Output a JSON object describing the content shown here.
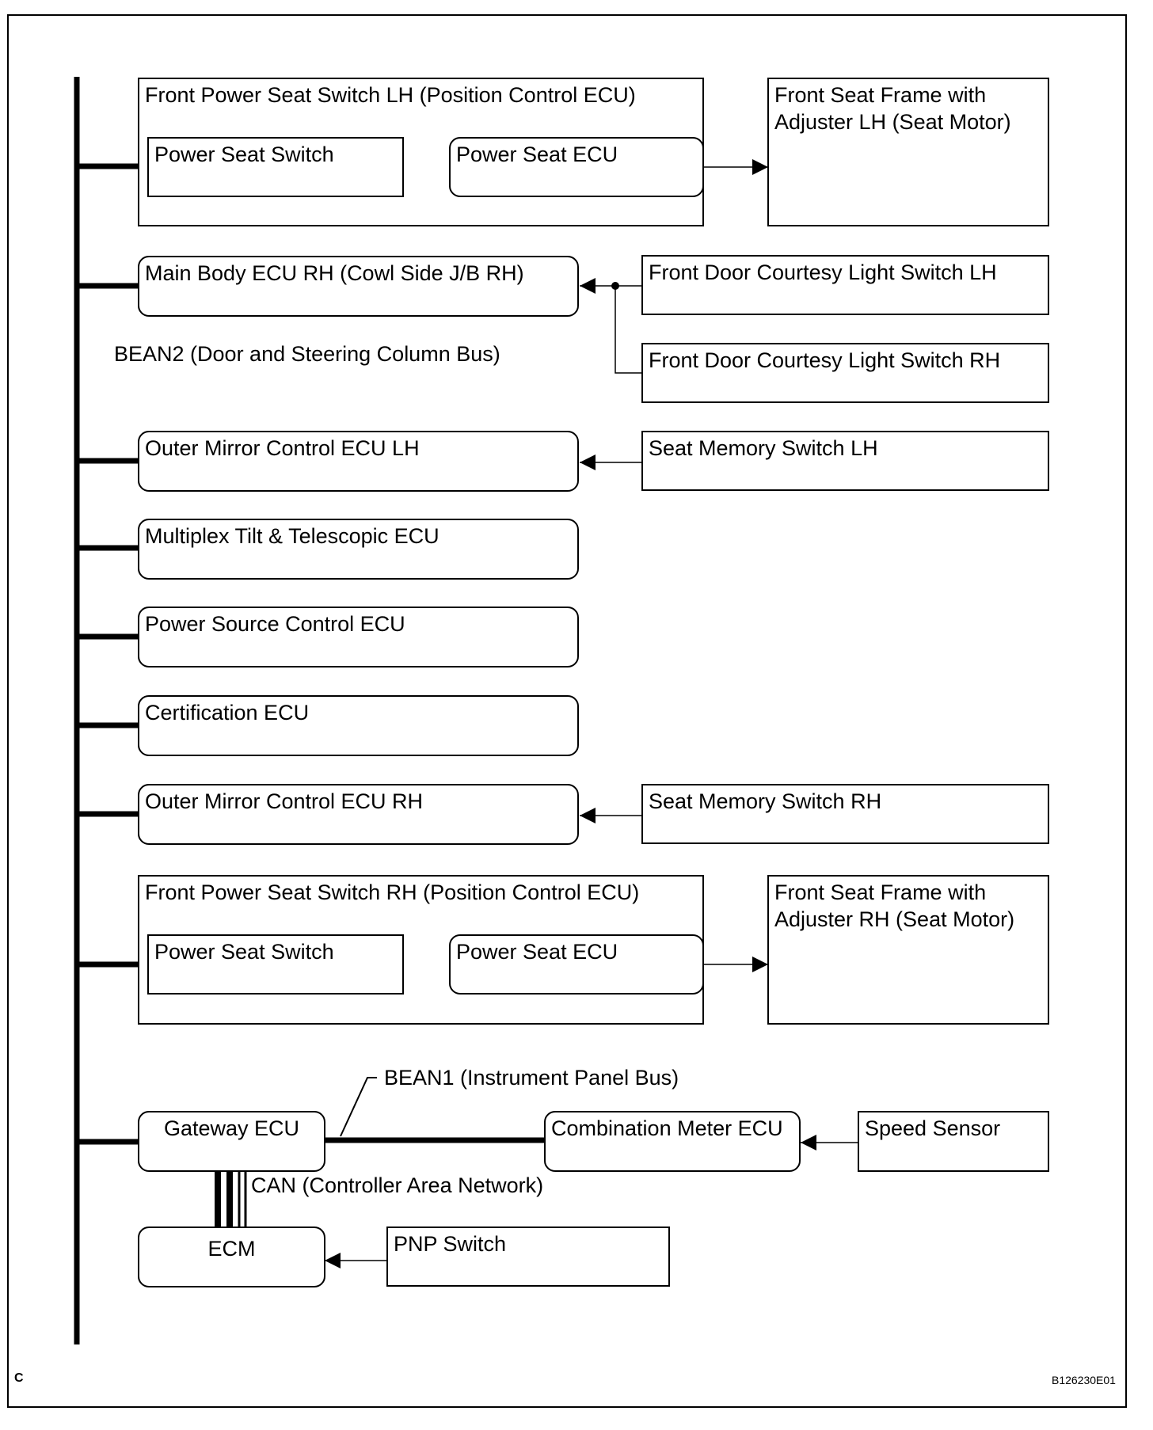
{
  "corner_label": "C",
  "figure_code": "B126230E01",
  "bus_labels": {
    "bean2": "BEAN2 (Door and Steering Column Bus)",
    "bean1": "BEAN1 (Instrument Panel Bus)",
    "can": "CAN (Controller Area Network)"
  },
  "blocks": {
    "front_power_seat_switch_lh": "Front Power Seat Switch LH (Position Control ECU)",
    "power_seat_switch_lh": "Power Seat Switch",
    "power_seat_ecu_lh": "Power Seat ECU",
    "front_seat_frame_lh": "Front Seat Frame with\nAdjuster LH (Seat Motor)",
    "main_body_ecu_rh": "Main Body ECU RH (Cowl Side J/B RH)",
    "front_door_courtesy_lh": "Front Door Courtesy Light Switch LH",
    "front_door_courtesy_rh": "Front Door Courtesy Light Switch RH",
    "outer_mirror_lh": "Outer Mirror Control ECU LH",
    "seat_memory_lh": "Seat Memory Switch LH",
    "multiplex_tilt": "Multiplex Tilt & Telescopic ECU",
    "power_source": "Power Source Control ECU",
    "certification": "Certification ECU",
    "outer_mirror_rh": "Outer Mirror Control ECU RH",
    "seat_memory_rh": "Seat Memory Switch RH",
    "front_power_seat_switch_rh": "Front Power Seat Switch RH (Position Control ECU)",
    "power_seat_switch_rh": "Power Seat Switch",
    "power_seat_ecu_rh": "Power Seat ECU",
    "front_seat_frame_rh": "Front Seat Frame with\nAdjuster RH (Seat Motor)",
    "gateway_ecu": "Gateway ECU",
    "combination_meter_ecu": "Combination Meter ECU",
    "speed_sensor": "Speed Sensor",
    "ecm": "ECM",
    "pnp_switch": "PNP Switch"
  }
}
